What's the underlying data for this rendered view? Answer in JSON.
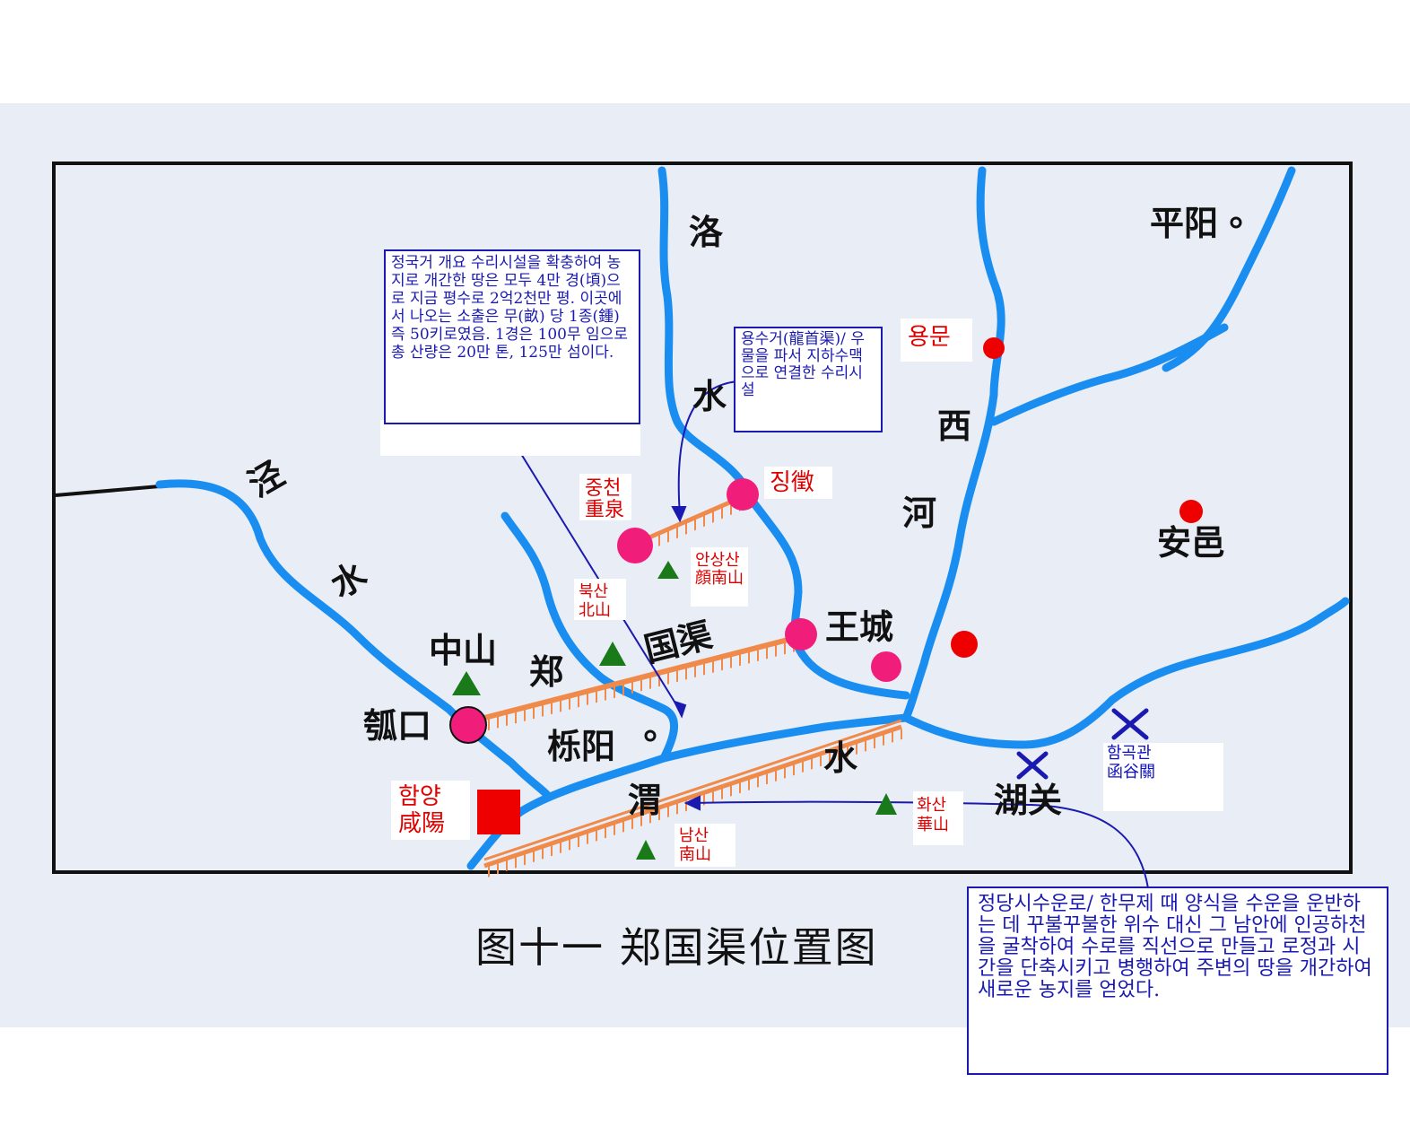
{
  "caption": "图十一  郑国渠位置图",
  "rivers": {
    "luo_east": "洛",
    "luo_east_2": "水",
    "jing": "泾",
    "jing_2": "水",
    "xihe_1": "西",
    "xihe_2": "河",
    "wei_1": "渭",
    "wei_2": "水"
  },
  "places": {
    "pingyang": "平阳",
    "anyi": "安邑",
    "wangcheng": "王城",
    "zhongshan": "中山",
    "hukou": "瓠口",
    "yueyang": "栎阳",
    "hanguguan": "湖关",
    "canal_1": "郑",
    "canal_2": "国渠"
  },
  "korean_labels": {
    "yongmun": "용문",
    "jing_ko": "징徵",
    "jungcheon": "중천",
    "jungcheon_hanja": "重泉",
    "ansangsan": "안상산",
    "ansangsan_hanja": "顔南山",
    "buksan": "북산",
    "buksan_hanja": "北山",
    "hamyang": "함양",
    "hamyang_hanja": "咸陽",
    "namsan": "남산",
    "namsan_hanja": "南山",
    "hwasan": "화산",
    "hwasan_hanja": "華山",
    "hamgokgwan": "함곡관",
    "hamgokgwan_hanja": "函谷關"
  },
  "notes": {
    "note1": "정국거 개요 수리시설을 확충하여 농지로 개간한 땅은 모두 4만 경(頃)으로 지금 평수로 2억2천만 평. 이곳에서 나오는 소출은 무(畝) 당 1종(鍾) 즉 50키로였음. 1경은 100무 임으로 총 산량은 20만 톤, 125만 섬이다.",
    "note2": "용수거(龍首渠)/ 우물을 파서 지하수맥으로 연결한 수리시설",
    "note3": "정당시수운로/ 한무제 때 양식을 수운을 운반하는 데 꾸불꾸불한 위수 대신 그 남안에 인공하천을 굴착하여 수로를 직선으로 만들고 로정과 시간을 단축시키고 병행하여 주변의 땅을 개간하여 새로운 농지를 얻었다."
  },
  "colors": {
    "river": "#1a8ef0",
    "canal": "#f08a4a",
    "site": "#f01e7a",
    "city": "#ee0000",
    "mountain": "#1a7a1a",
    "note_border": "#1a1ab0"
  }
}
